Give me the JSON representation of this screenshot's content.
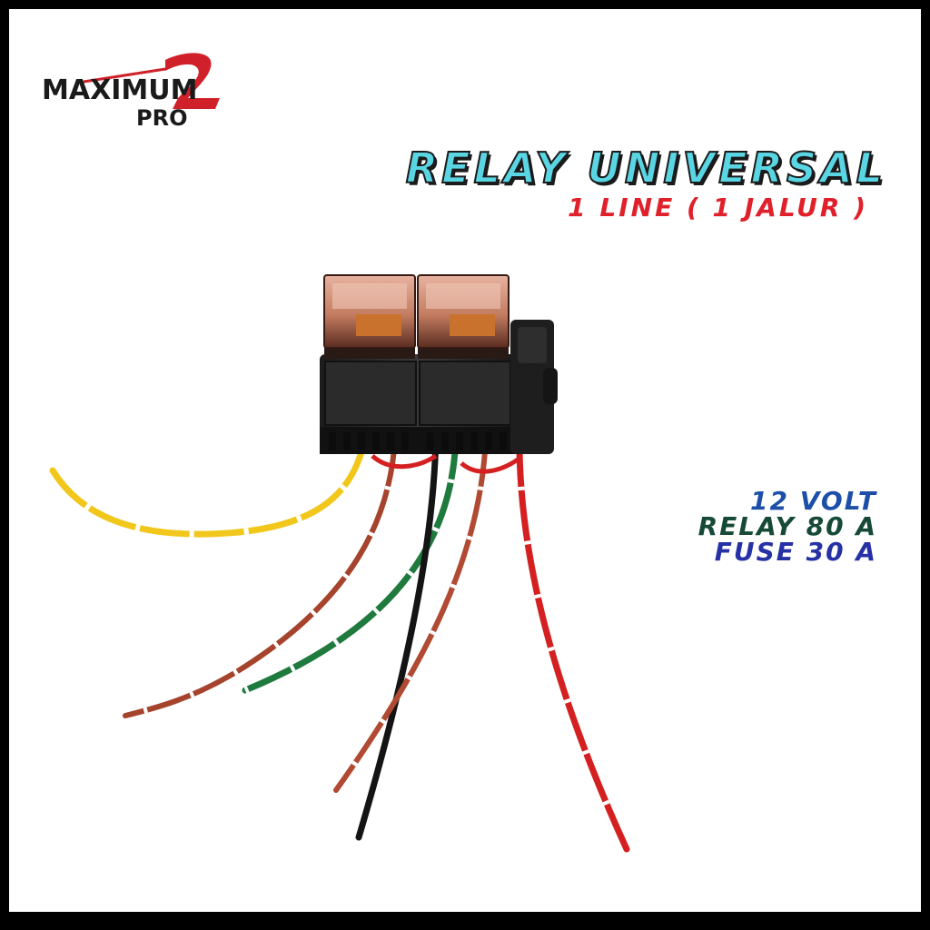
{
  "logo": {
    "word_main": "MAXIMUM",
    "word_sub": "PRO"
  },
  "heading": {
    "title": "RELAY UNIVERSAL",
    "subtitle": "1 LINE ( 1 JALUR )"
  },
  "specs": {
    "voltage": "12 VOLT",
    "relay": "RELAY 80 A",
    "fuse": "FUSE 30 A"
  },
  "colors": {
    "title": "#5ad5e3",
    "subtitle": "#e0202a",
    "voltage": "#1d4fa8",
    "relay": "#174a36",
    "fuse": "#2631a6",
    "logo_accent": "#d0202a",
    "frame": "#000000"
  },
  "product": {
    "name": "relay-fuse-block-with-wires",
    "wire_colors": [
      "#f2c71c",
      "#a5432c",
      "#1f7a3e",
      "#141414",
      "#b14a32",
      "#d42020"
    ]
  }
}
